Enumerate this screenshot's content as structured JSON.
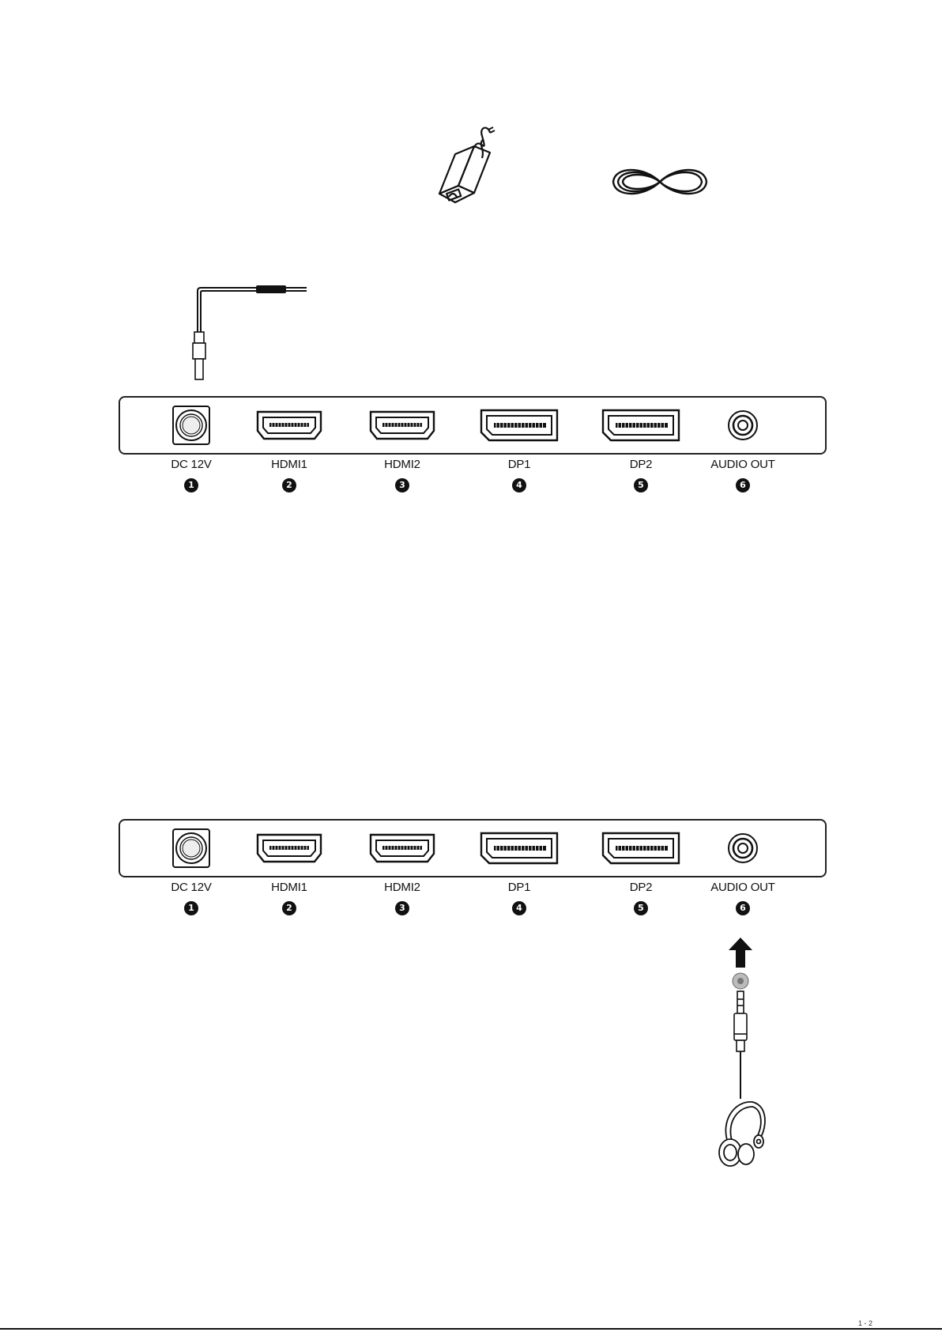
{
  "accessories": {
    "adapter_icon": "power-adapter-icon",
    "cable_icon": "coiled-cable-icon",
    "dc_plug_icon": "dc-plug-icon"
  },
  "panels": [
    {
      "ports": [
        {
          "label": "DC 12V",
          "number": "1",
          "icon": "dc-jack-icon"
        },
        {
          "label": "HDMI1",
          "number": "2",
          "icon": "hdmi-port-icon"
        },
        {
          "label": "HDMI2",
          "number": "3",
          "icon": "hdmi-port-icon"
        },
        {
          "label": "DP1",
          "number": "4",
          "icon": "displayport-icon"
        },
        {
          "label": "DP2",
          "number": "5",
          "icon": "displayport-icon"
        },
        {
          "label": "AUDIO OUT",
          "number": "6",
          "icon": "audio-jack-icon"
        }
      ]
    },
    {
      "ports": [
        {
          "label": "DC 12V",
          "number": "1",
          "icon": "dc-jack-icon"
        },
        {
          "label": "HDMI1",
          "number": "2",
          "icon": "hdmi-port-icon"
        },
        {
          "label": "HDMI2",
          "number": "3",
          "icon": "hdmi-port-icon"
        },
        {
          "label": "DP1",
          "number": "4",
          "icon": "displayport-icon"
        },
        {
          "label": "DP2",
          "number": "5",
          "icon": "displayport-icon"
        },
        {
          "label": "AUDIO OUT",
          "number": "6",
          "icon": "audio-jack-icon"
        }
      ]
    }
  ],
  "headphone_connection": {
    "arrow_icon": "up-arrow-icon",
    "plug_icon": "audio-plug-icon",
    "headphone_icon": "headphones-icon"
  },
  "page_footer": {
    "corner_mark": "1 - 2"
  }
}
